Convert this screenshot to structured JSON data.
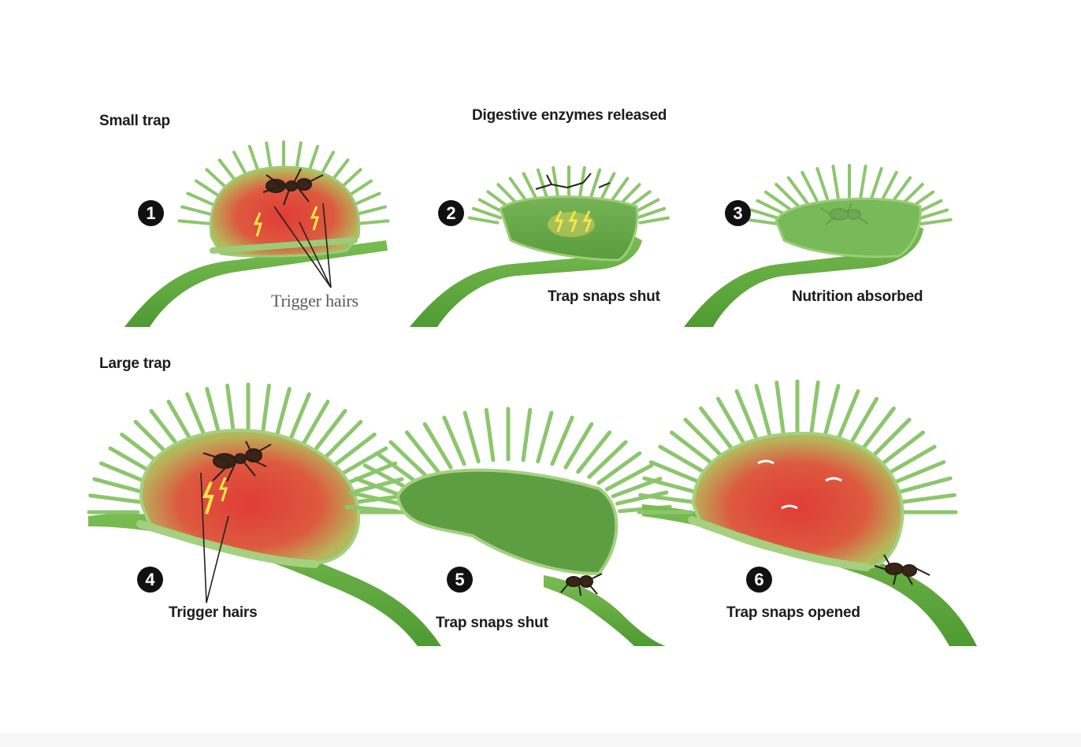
{
  "sections": {
    "small_trap": "Small trap",
    "large_trap": "Large trap"
  },
  "captions": {
    "digestive": "Digestive enzymes released",
    "trigger_small": "Trigger hairs",
    "snap_small": "Trap snaps shut",
    "nutrition": "Nutrition absorbed",
    "trigger_large": "Trigger hairs",
    "snap_large": "Trap snaps shut",
    "opened": "Trap snaps opened"
  },
  "steps": [
    "1",
    "2",
    "3",
    "4",
    "5",
    "6"
  ],
  "colors": {
    "stem": "#5cab3a",
    "leaf": "#8cc66c",
    "closed_leaf": "#66a84a",
    "inner_red": "#e04a3e",
    "lightning": "#f5e64a",
    "badge": "#111111"
  }
}
